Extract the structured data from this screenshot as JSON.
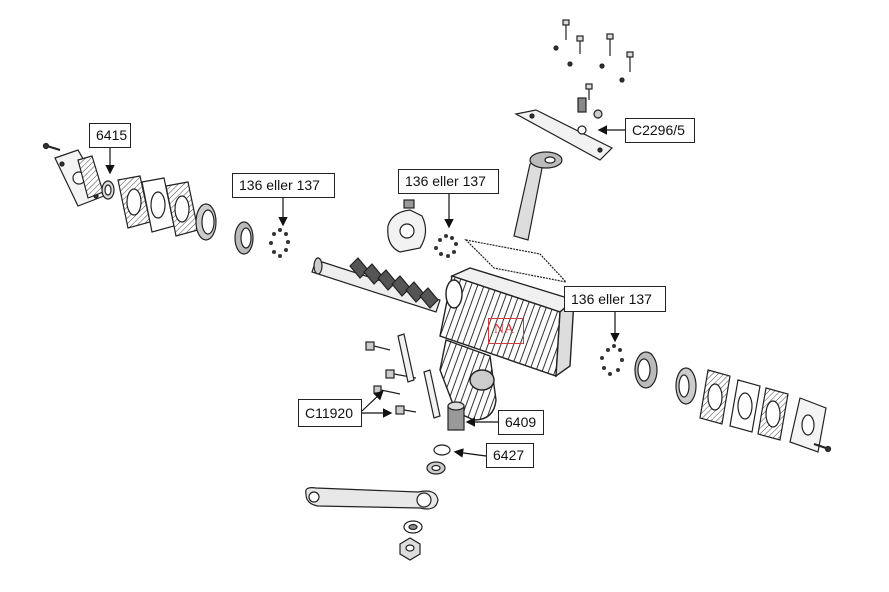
{
  "diagram": {
    "watermark": "NA",
    "callouts": [
      {
        "id": "6415",
        "text": "6415"
      },
      {
        "id": "136a",
        "text": "136 eller 137"
      },
      {
        "id": "136b",
        "text": "136 eller 137"
      },
      {
        "id": "136c",
        "text": "136 eller 137"
      },
      {
        "id": "C2296",
        "text": "C2296/5"
      },
      {
        "id": "C11920",
        "text": "C11920"
      },
      {
        "id": "6409",
        "text": "6409"
      },
      {
        "id": "6427",
        "text": "6427"
      }
    ]
  }
}
